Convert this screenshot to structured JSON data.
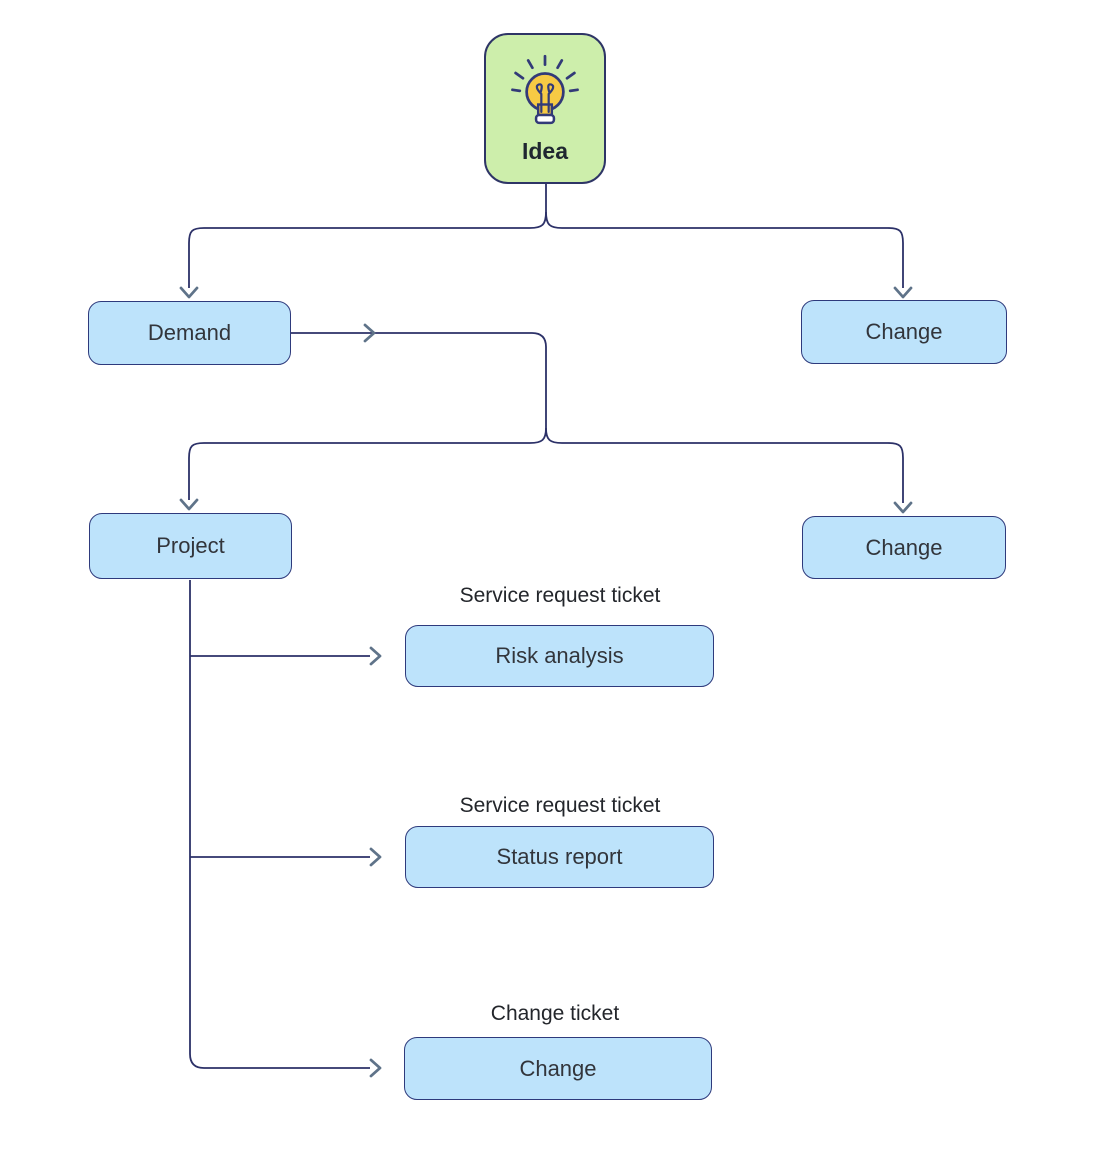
{
  "diagram": {
    "root": {
      "label": "Idea",
      "icon": "lightbulb-icon"
    },
    "level1": [
      {
        "label": "Demand"
      },
      {
        "label": "Change"
      }
    ],
    "level2": [
      {
        "label": "Project"
      },
      {
        "label": "Change"
      }
    ],
    "project_children": [
      {
        "caption": "Service request ticket",
        "label": "Risk analysis"
      },
      {
        "caption": "Service request ticket",
        "label": "Status report"
      },
      {
        "caption": "Change ticket",
        "label": "Change"
      }
    ]
  },
  "colors": {
    "canvas_bg": "#ffffff",
    "node_green_fill": "#cdeeab",
    "node_green_border": "#2e3566",
    "node_blue_fill": "#bde3fb",
    "node_blue_border": "#2e3a7c",
    "line": "#2c3168",
    "arrowhead": "#5f7389",
    "label_text": "#32353b",
    "caption_text": "#23262b",
    "bulb_yellow": "#f7ca44",
    "bulb_outline": "#323a78",
    "bulb_base": "#ffffff"
  }
}
